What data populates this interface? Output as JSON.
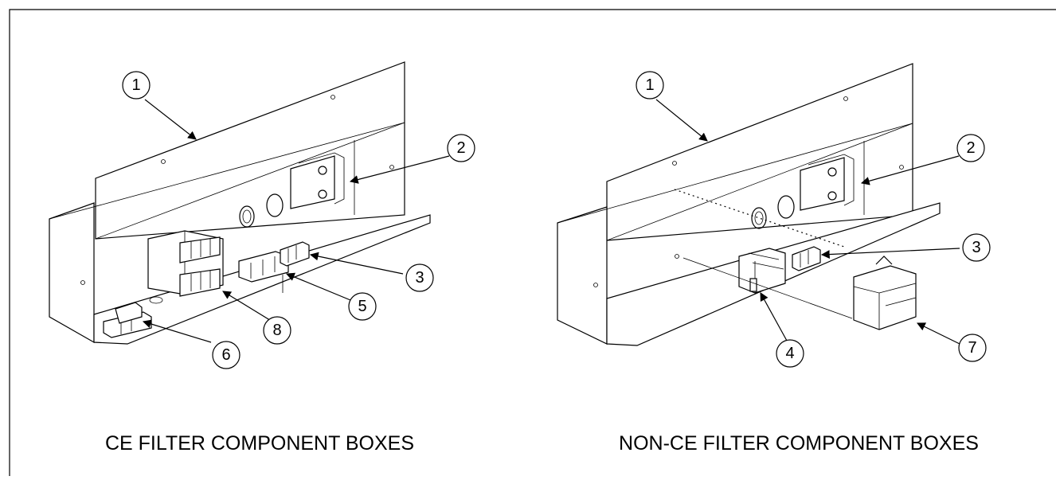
{
  "left_diagram": {
    "caption": "CE FILTER COMPONENT BOXES",
    "callouts": [
      "1",
      "2",
      "3",
      "5",
      "8",
      "6"
    ]
  },
  "right_diagram": {
    "caption": "NON-CE FILTER COMPONENT BOXES",
    "callouts": [
      "1",
      "2",
      "3",
      "7",
      "4"
    ]
  }
}
